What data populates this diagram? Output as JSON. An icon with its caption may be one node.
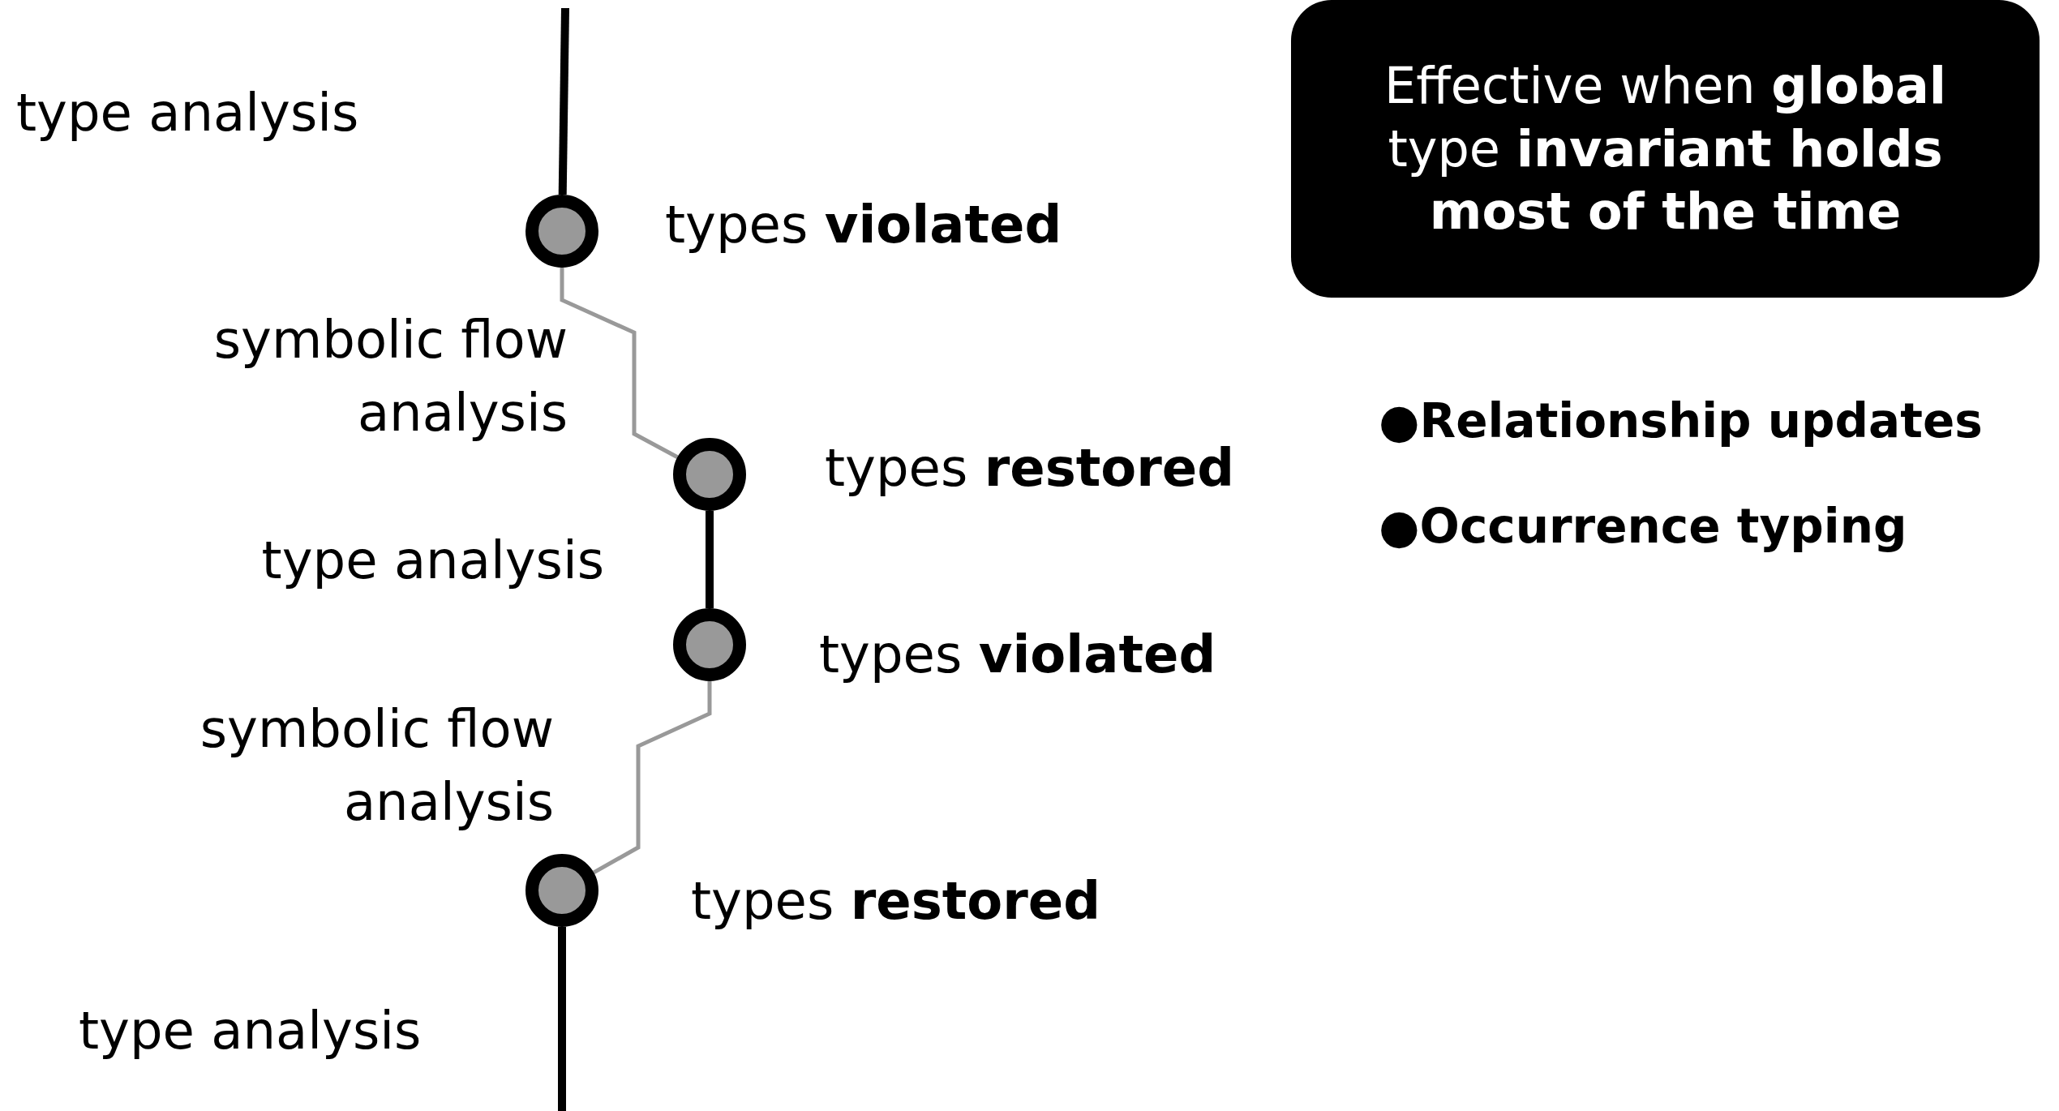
{
  "diagram": {
    "nodes": [
      {
        "text": [],
        "shape": "circle",
        "beside": [
          "types **violated**"
        ]
      },
      {
        "text": [],
        "shape": "circle",
        "beside": [
          "types **restored**"
        ]
      },
      {
        "text": [],
        "shape": "circle",
        "beside": [
          "types **violated**"
        ]
      },
      {
        "text": [],
        "shape": "circle",
        "beside": [
          "types **restored**"
        ]
      },
      {
        "text": [
          "Effective when **global** type **invariant holds most of the time**"
        ]
      }
    ],
    "edges": [
      {
        "from": null,
        "to": 0,
        "arrow": "none",
        "label": "type analysis"
      },
      {
        "from": 0,
        "to": 1,
        "arrow": "none",
        "label": "symbolic flow analysis",
        "color": "#999999"
      },
      {
        "from": 1,
        "to": 2,
        "arrow": "none",
        "label": "type analysis"
      },
      {
        "from": 2,
        "to": 3,
        "arrow": "none",
        "label": "symbolic flow analysis",
        "color": "#999999"
      },
      {
        "from": 3,
        "to": null,
        "arrow": "none",
        "label": "type analysis"
      }
    ],
    "labels": [
      "●Relationship updates",
      "●Occurrence typing"
    ]
  }
}
